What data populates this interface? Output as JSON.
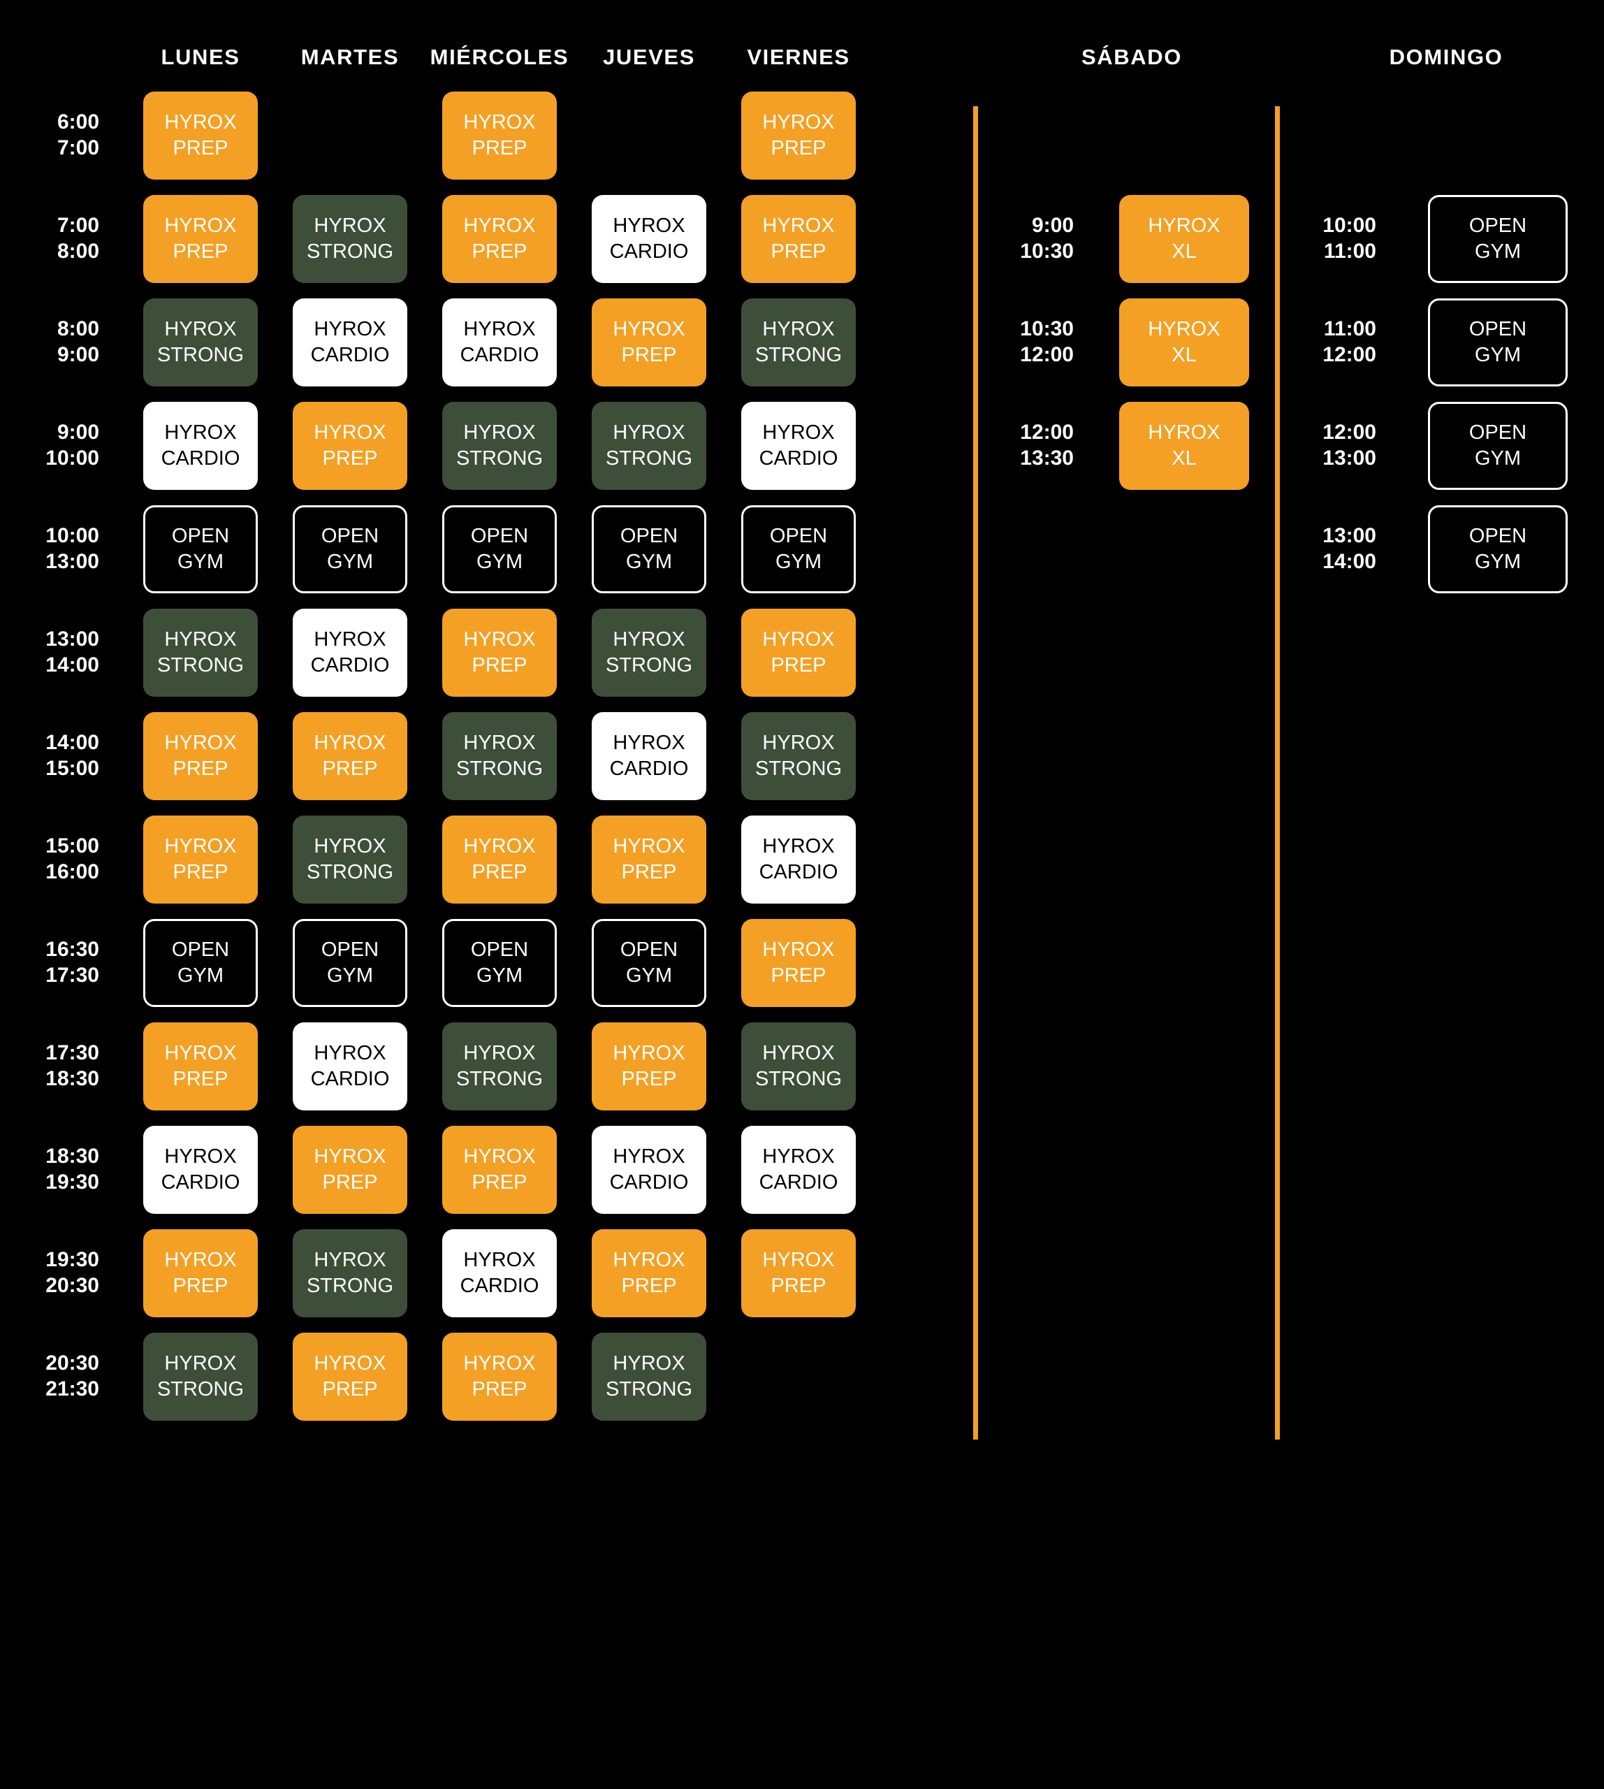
{
  "palette": {
    "background": "#000000",
    "accent_orange": "#F4A024",
    "strong_green": "#3E4F39",
    "cardio_white": "#FFFFFF",
    "open_border": "#FFFFFF"
  },
  "class_types": {
    "prep": {
      "line1": "HYROX",
      "line2": "PREP"
    },
    "strong": {
      "line1": "HYROX",
      "line2": "STRONG"
    },
    "cardio": {
      "line1": "HYROX",
      "line2": "CARDIO"
    },
    "open": {
      "line1": "OPEN",
      "line2": "GYM"
    },
    "xl": {
      "line1": "HYROX",
      "line2": "XL"
    }
  },
  "weekdays": {
    "headers": [
      "LUNES",
      "MARTES",
      "MIÉRCOLES",
      "JUEVES",
      "VIERNES"
    ],
    "rows": [
      {
        "start": "6:00",
        "end": "7:00",
        "cells": [
          "prep",
          "",
          "prep",
          "",
          "prep"
        ]
      },
      {
        "start": "7:00",
        "end": "8:00",
        "cells": [
          "prep",
          "strong",
          "prep",
          "cardio",
          "prep"
        ]
      },
      {
        "start": "8:00",
        "end": "9:00",
        "cells": [
          "strong",
          "cardio",
          "cardio",
          "prep",
          "strong"
        ]
      },
      {
        "start": "9:00",
        "end": "10:00",
        "cells": [
          "cardio",
          "prep",
          "strong",
          "strong",
          "cardio"
        ]
      },
      {
        "start": "10:00",
        "end": "13:00",
        "cells": [
          "open",
          "open",
          "open",
          "open",
          "open"
        ]
      },
      {
        "start": "13:00",
        "end": "14:00",
        "cells": [
          "strong",
          "cardio",
          "prep",
          "strong",
          "prep"
        ]
      },
      {
        "start": "14:00",
        "end": "15:00",
        "cells": [
          "prep",
          "prep",
          "strong",
          "cardio",
          "strong"
        ]
      },
      {
        "start": "15:00",
        "end": "16:00",
        "cells": [
          "prep",
          "strong",
          "prep",
          "prep",
          "cardio"
        ]
      },
      {
        "start": "16:30",
        "end": "17:30",
        "cells": [
          "open",
          "open",
          "open",
          "open",
          "prep"
        ]
      },
      {
        "start": "17:30",
        "end": "18:30",
        "cells": [
          "prep",
          "cardio",
          "strong",
          "prep",
          "strong"
        ]
      },
      {
        "start": "18:30",
        "end": "19:30",
        "cells": [
          "cardio",
          "prep",
          "prep",
          "cardio",
          "cardio"
        ]
      },
      {
        "start": "19:30",
        "end": "20:30",
        "cells": [
          "prep",
          "strong",
          "cardio",
          "prep",
          "prep"
        ]
      },
      {
        "start": "20:30",
        "end": "21:30",
        "cells": [
          "strong",
          "prep",
          "prep",
          "strong",
          ""
        ]
      }
    ]
  },
  "saturday": {
    "header": "SÁBADO",
    "rows": [
      {
        "start": "9:00",
        "end": "10:30",
        "type": "xl"
      },
      {
        "start": "10:30",
        "end": "12:00",
        "type": "xl"
      },
      {
        "start": "12:00",
        "end": "13:30",
        "type": "xl"
      }
    ]
  },
  "sunday": {
    "header": "DOMINGO",
    "rows": [
      {
        "start": "10:00",
        "end": "11:00",
        "type": "open"
      },
      {
        "start": "11:00",
        "end": "12:00",
        "type": "open"
      },
      {
        "start": "12:00",
        "end": "13:00",
        "type": "open"
      },
      {
        "start": "13:00",
        "end": "14:00",
        "type": "open"
      }
    ]
  }
}
